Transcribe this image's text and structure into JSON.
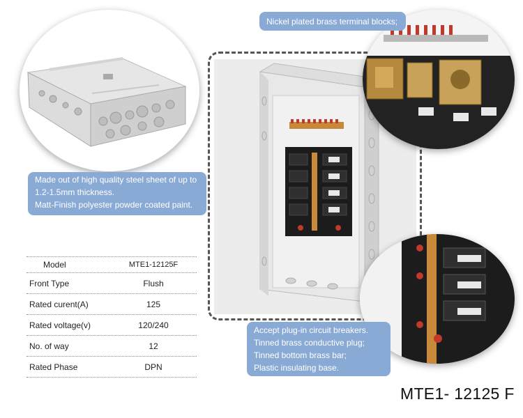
{
  "callouts": {
    "terminal": "Nickel plated brass terminal blocks;",
    "steel": [
      "Made out of high quality steel sheet of up to",
      "1.2-1.5mm thickness.",
      "Matt-Finish polyester powder coated paint."
    ],
    "breaker": [
      "Accept plug-in circuit breakers.",
      "Tinned brass conductive plug;",
      "Tinned bottom brass bar;",
      "Plastic insulating base."
    ]
  },
  "specs": [
    {
      "label": "Model",
      "value": "MTE1-12125F"
    },
    {
      "label": "Front Type",
      "value": "Flush"
    },
    {
      "label": "Rated curent(A)",
      "value": "125"
    },
    {
      "label": "Rated voltage(v)",
      "value": "120/240"
    },
    {
      "label": "No. of way",
      "value": "12"
    },
    {
      "label": "Rated Phase",
      "value": "DPN"
    }
  ],
  "model_title": "MTE1- 12125 F",
  "colors": {
    "callout": "#8aaad6",
    "steel": "#d9d9d9",
    "breaker_dark": "#1c1c1c",
    "copper": "#c9893b",
    "red_screw": "#c0392b"
  }
}
